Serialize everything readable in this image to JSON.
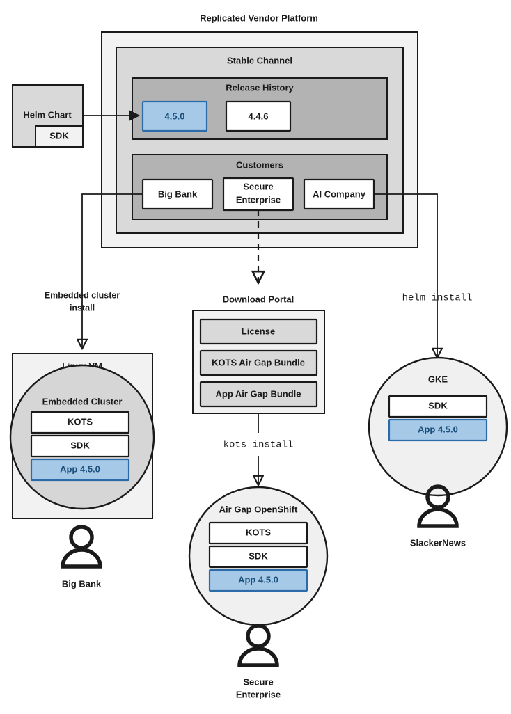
{
  "platform": {
    "title": "Replicated Vendor Platform",
    "channel": {
      "title": "Stable Channel"
    },
    "release_history": {
      "title": "Release History",
      "releases": [
        {
          "version": "4.5.0",
          "highlighted": true
        },
        {
          "version": "4.4.6",
          "highlighted": false
        }
      ]
    },
    "customers": {
      "title": "Customers",
      "items": [
        {
          "name": "Big Bank"
        },
        {
          "name": "Secure",
          "name2": "Enterprise"
        },
        {
          "name": "AI Company"
        }
      ]
    }
  },
  "helm_chart": {
    "title": "Helm Chart",
    "sdk_label": "SDK"
  },
  "connectors": {
    "embedded_install": {
      "line1": "Embedded cluster",
      "line2": "install"
    },
    "kots_install": "kots install",
    "helm_install": "helm install"
  },
  "download_portal": {
    "title": "Download Portal",
    "artifacts": [
      "License",
      "KOTS Air Gap Bundle",
      "App Air Gap Bundle"
    ]
  },
  "targets": [
    {
      "id": "linux-vm",
      "title": "Linux VM",
      "inner_title": "Embedded Cluster",
      "components": [
        {
          "label": "KOTS",
          "style": "white"
        },
        {
          "label": "SDK",
          "style": "white"
        },
        {
          "label": "App 4.5.0",
          "style": "blue"
        }
      ],
      "customer": "Big Bank"
    },
    {
      "id": "air-gap-openshift",
      "title": "Air Gap OpenShift",
      "components": [
        {
          "label": "KOTS",
          "style": "white"
        },
        {
          "label": "SDK",
          "style": "white"
        },
        {
          "label": "App 4.5.0",
          "style": "blue"
        }
      ],
      "customer_line1": "Secure",
      "customer_line2": "Enterprise"
    },
    {
      "id": "gke",
      "title": "GKE",
      "components": [
        {
          "label": "SDK",
          "style": "white"
        },
        {
          "label": "App 4.5.0",
          "style": "blue"
        }
      ],
      "customer": "SlackerNews"
    }
  ],
  "colors": {
    "accent_blue_fill": "#a7c9e8",
    "accent_blue_stroke": "#2b6ca8",
    "accent_blue_text": "#1a4f7a",
    "outer_fill": "#f2f2f2",
    "mid_fill": "#d9d9d9",
    "inner_fill": "#b3b3b3",
    "stroke": "#1a1a1a"
  }
}
